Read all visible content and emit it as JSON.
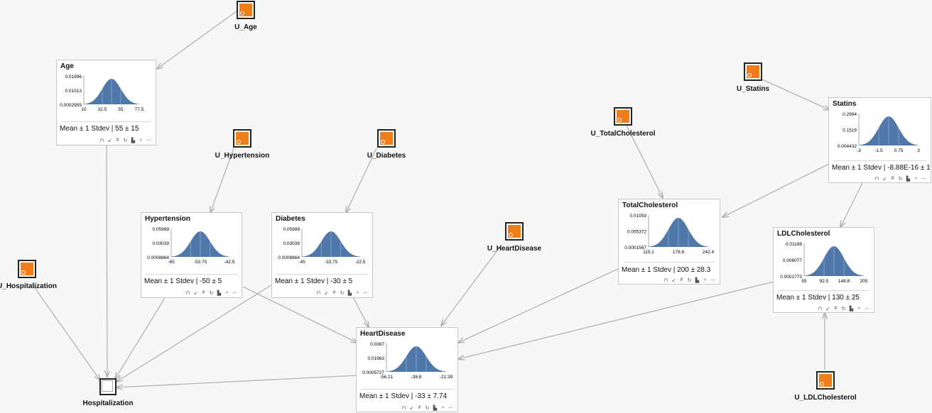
{
  "summary_label": "Mean ± 1 Stdev",
  "colors": {
    "curve": "#4f77aa",
    "utility": "#ef7d1a",
    "edge": "#b0b0b0"
  },
  "toolbar_icons": [
    "pin-icon",
    "export-icon",
    "grid-icon",
    "refresh-icon",
    "histogram-icon",
    "zoom-icon",
    "more-icon"
  ],
  "u_nodes": [
    {
      "id": "u_age",
      "label": "U_Age"
    },
    {
      "id": "u_hypertension",
      "label": "U_Hypertension"
    },
    {
      "id": "u_diabetes",
      "label": "U_Diabetes"
    },
    {
      "id": "u_heartdisease",
      "label": "U_HeartDisease"
    },
    {
      "id": "u_totalcholesterol",
      "label": "U_TotalCholesterol"
    },
    {
      "id": "u_statins",
      "label": "U_Statins"
    },
    {
      "id": "u_hospitalization",
      "label": "U_Hospitalization"
    },
    {
      "id": "u_ldlcholesterol",
      "label": "U_LDLCholesterol"
    }
  ],
  "nodes": [
    {
      "id": "age",
      "title": "Age",
      "mean_sd": "55 ± 15",
      "y_ticks": [
        "0.01996",
        "0.01013",
        "0.0002955"
      ],
      "x_ticks": [
        "10",
        "32.5",
        "55",
        "77.5"
      ]
    },
    {
      "id": "hypertension",
      "title": "Hypertension",
      "mean_sd": "-50 ± 5",
      "y_ticks": [
        "0.05989",
        "0.03039",
        "0.0008864"
      ],
      "x_ticks": [
        "-65",
        "-53.75",
        "-42.5"
      ]
    },
    {
      "id": "diabetes",
      "title": "Diabetes",
      "mean_sd": "-30 ± 5",
      "y_ticks": [
        "0.05989",
        "0.03039",
        "0.0008864"
      ],
      "x_ticks": [
        "-45",
        "-33.75",
        "-22.5"
      ]
    },
    {
      "id": "heartdisease",
      "title": "HeartDisease",
      "mean_sd": "-33 ± 7.74",
      "y_ticks": [
        "0.0387",
        "0.01963",
        "0.0005727"
      ],
      "x_ticks": [
        "-56.21",
        "-38.8",
        "-21.39"
      ]
    },
    {
      "id": "totalcholesterol",
      "title": "TotalCholesterol",
      "mean_sd": "200 ± 28.3",
      "y_ticks": [
        "0.01059",
        "0.005372",
        "0.0001567"
      ],
      "x_ticks": [
        "115.1",
        "178.8",
        "242.4"
      ]
    },
    {
      "id": "statins",
      "title": "Statins",
      "mean_sd": "-8.88E-16 ± 1",
      "y_ticks": [
        "0.2994",
        "0.1519",
        "0.004432"
      ],
      "x_ticks": [
        "-3",
        "-1.5",
        "0.75",
        "3"
      ]
    },
    {
      "id": "ldlcholesterol",
      "title": "LDLCholesterol",
      "mean_sd": "130 ± 25",
      "y_ticks": [
        "0.01198",
        "0.006077",
        "0.0001773"
      ],
      "x_ticks": [
        "55",
        "92.5",
        "148.8",
        "205"
      ]
    }
  ],
  "hospitalization": {
    "label": "Hospitalization"
  }
}
